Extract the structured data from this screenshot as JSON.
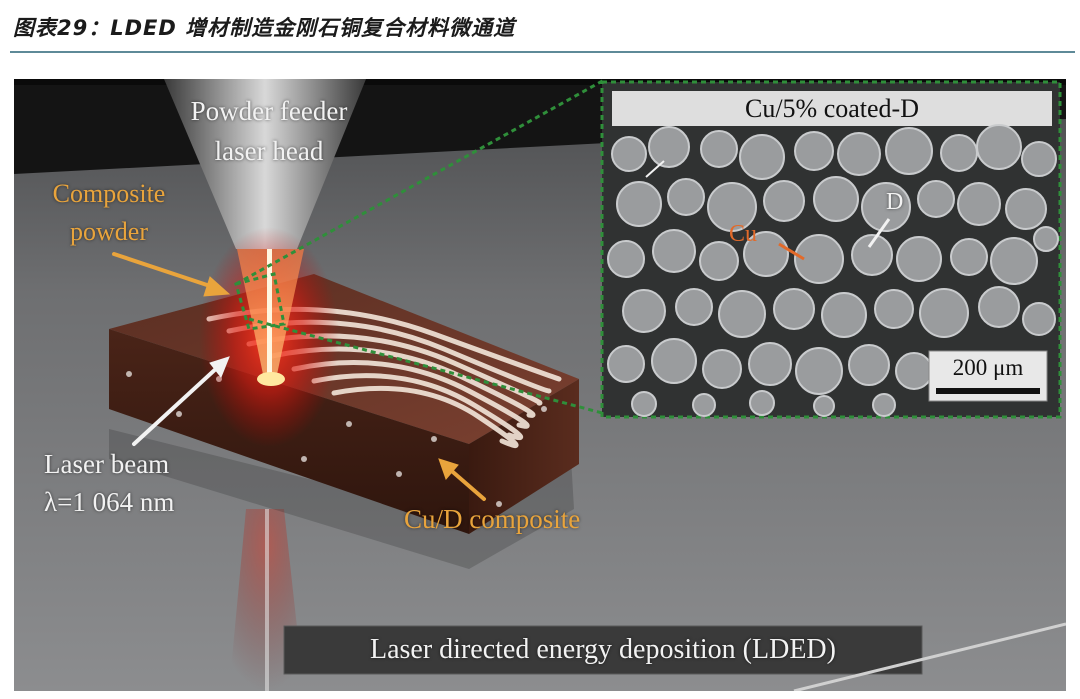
{
  "figure_title": "图表29：LDED 增材制造金刚石铜复合材料微通道",
  "labels": {
    "powder_feeder": "Powder feeder laser head",
    "composite_powder": "Composite powder",
    "laser_beam": "Laser beam",
    "wavelength": "λ=1 064 nm",
    "cu_d_composite": "Cu/D composite",
    "lded": "Laser directed energy deposition (LDED)"
  },
  "inset": {
    "title": "Cu/5% coated-D",
    "label_d": "D",
    "label_cu": "Cu",
    "scale_bar": "200 μm"
  }
}
